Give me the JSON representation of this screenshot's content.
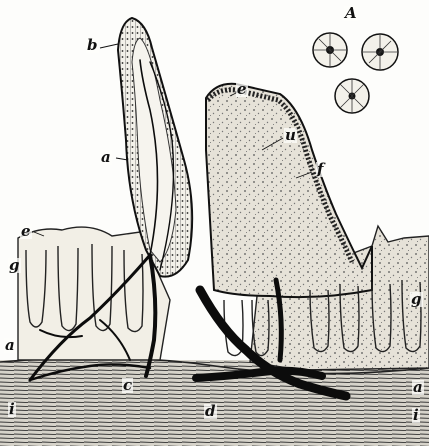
{
  "figure": {
    "labels": {
      "A": "A",
      "b": "b",
      "a_top": "a",
      "e_top": "e",
      "u": "u",
      "f": "f",
      "e_left": "e",
      "g_left": "g",
      "g_right": "g",
      "a_left": "a",
      "c": "c",
      "d": "d",
      "i_left": "i",
      "i_right": "i",
      "a_right": "a"
    },
    "colors": {
      "ink": "#111111",
      "tissue": "#e4e0d6",
      "paper": "#fdfdfb",
      "base": "#c9c6bd"
    }
  }
}
